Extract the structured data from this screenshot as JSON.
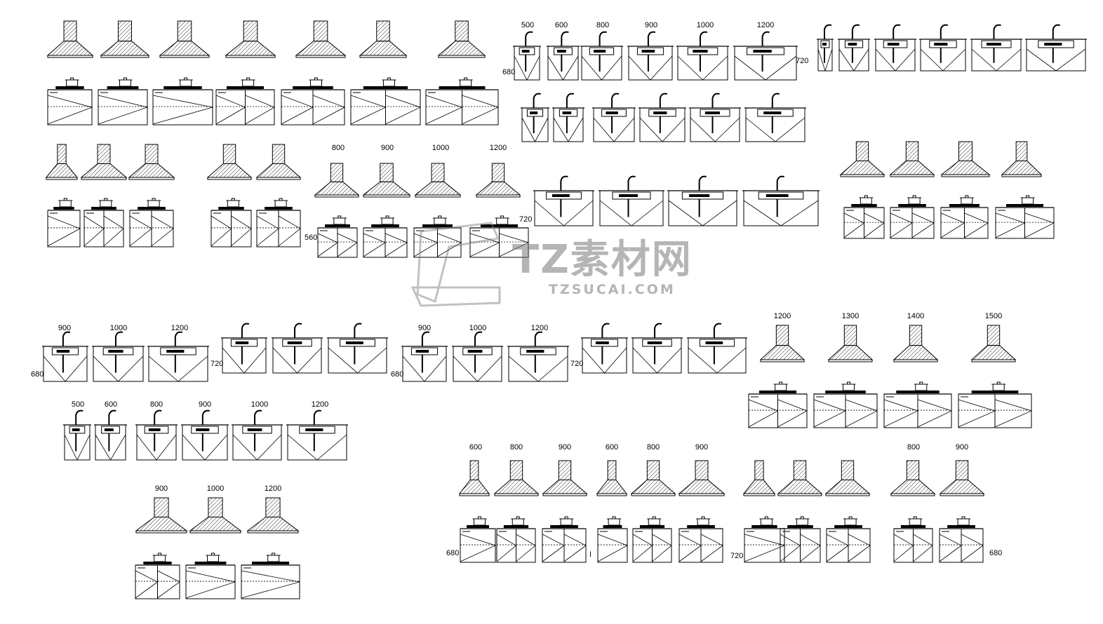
{
  "watermark": {
    "text": "TZ素材网",
    "domain": "TZSUCAI.COM",
    "color": "#8a8a8a"
  },
  "colors": {
    "line": "#000000",
    "background": "#ffffff"
  },
  "labels": [
    {
      "id": "l1",
      "text": "500"
    },
    {
      "id": "l2",
      "text": "600"
    },
    {
      "id": "l3",
      "text": "800"
    },
    {
      "id": "l4",
      "text": "900"
    },
    {
      "id": "l5",
      "text": "1000"
    },
    {
      "id": "l6",
      "text": "1200"
    },
    {
      "id": "l7",
      "text": "680"
    },
    {
      "id": "l8",
      "text": "720"
    },
    {
      "id": "l9",
      "text": "800"
    },
    {
      "id": "l10",
      "text": "900"
    },
    {
      "id": "l11",
      "text": "1000"
    },
    {
      "id": "l12",
      "text": "1200"
    },
    {
      "id": "l13",
      "text": "560"
    },
    {
      "id": "l14",
      "text": "720"
    },
    {
      "id": "l15",
      "text": "900"
    },
    {
      "id": "l16",
      "text": "1000"
    },
    {
      "id": "l17",
      "text": "1200"
    },
    {
      "id": "l18",
      "text": "680"
    },
    {
      "id": "l19",
      "text": "720"
    },
    {
      "id": "l20",
      "text": "900"
    },
    {
      "id": "l21",
      "text": "1000"
    },
    {
      "id": "l22",
      "text": "1200"
    },
    {
      "id": "l23",
      "text": "680"
    },
    {
      "id": "l24",
      "text": "720"
    },
    {
      "id": "l25",
      "text": "1200"
    },
    {
      "id": "l26",
      "text": "1300"
    },
    {
      "id": "l27",
      "text": "1400"
    },
    {
      "id": "l28",
      "text": "1500"
    },
    {
      "id": "l29",
      "text": "500"
    },
    {
      "id": "l30",
      "text": "600"
    },
    {
      "id": "l31",
      "text": "800"
    },
    {
      "id": "l32",
      "text": "900"
    },
    {
      "id": "l33",
      "text": "1000"
    },
    {
      "id": "l34",
      "text": "1200"
    },
    {
      "id": "l35",
      "text": "900"
    },
    {
      "id": "l36",
      "text": "1000"
    },
    {
      "id": "l37",
      "text": "1200"
    },
    {
      "id": "l38",
      "text": "600"
    },
    {
      "id": "l39",
      "text": "800"
    },
    {
      "id": "l40",
      "text": "900"
    },
    {
      "id": "l41",
      "text": "600"
    },
    {
      "id": "l42",
      "text": "800"
    },
    {
      "id": "l43",
      "text": "900"
    },
    {
      "id": "l44",
      "text": "800"
    },
    {
      "id": "l45",
      "text": "900"
    },
    {
      "id": "l46",
      "text": "680"
    },
    {
      "id": "l47",
      "text": "I"
    },
    {
      "id": "l48",
      "text": "720"
    },
    {
      "id": "l49",
      "text": "680"
    }
  ]
}
